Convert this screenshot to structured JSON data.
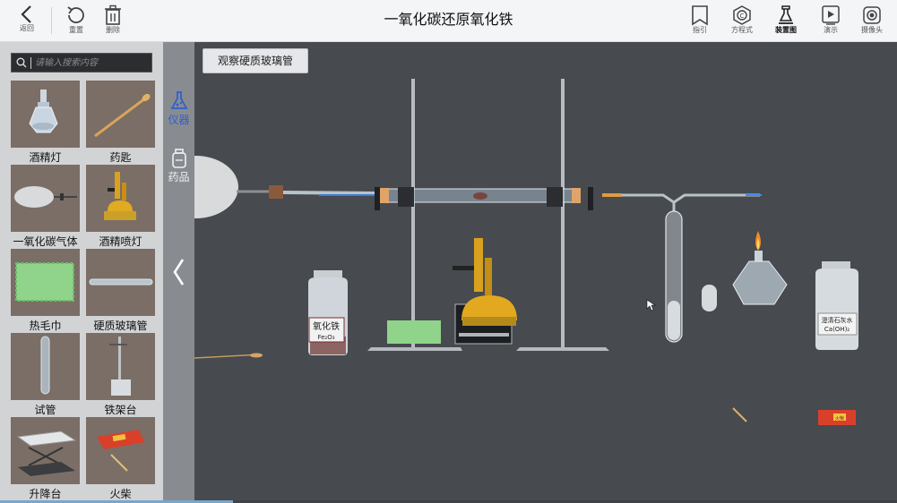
{
  "toolbar": {
    "back_label": "返回",
    "reset_label": "重置",
    "delete_label": "删除",
    "title": "一氧化碳还原氧化铁",
    "guide_label": "指引",
    "equation_label": "方程式",
    "setup_label": "装置图",
    "demo_label": "演示",
    "camera_label": "摄像头"
  },
  "search": {
    "placeholder": "请输入搜索内容"
  },
  "categories": [
    {
      "label": "仪器",
      "active": true
    },
    {
      "label": "药品",
      "active": false
    }
  ],
  "inventory": [
    {
      "label": "酒精灯"
    },
    {
      "label": "药匙"
    },
    {
      "label": "一氧化碳气体"
    },
    {
      "label": "酒精喷灯"
    },
    {
      "label": "热毛巾"
    },
    {
      "label": "硬质玻璃管"
    },
    {
      "label": "试管"
    },
    {
      "label": "铁架台"
    },
    {
      "label": "升降台"
    },
    {
      "label": "火柴"
    }
  ],
  "scene": {
    "observe_button": "观察硬质玻璃管",
    "bottle_label_name": "氧化铁",
    "bottle_label_formula": "Fe₂O₃",
    "limewater_label_name": "澄清石灰水",
    "limewater_label_formula": "Ca(OH)₂",
    "matchbox_label": "火柴"
  },
  "colors": {
    "accent": "#2f5fd0",
    "scene_bg": "#474a4f",
    "sidebar_bg": "#d2d3d5",
    "tabstrip_bg": "#888c91",
    "thumb_bg": "#7b6e66"
  }
}
